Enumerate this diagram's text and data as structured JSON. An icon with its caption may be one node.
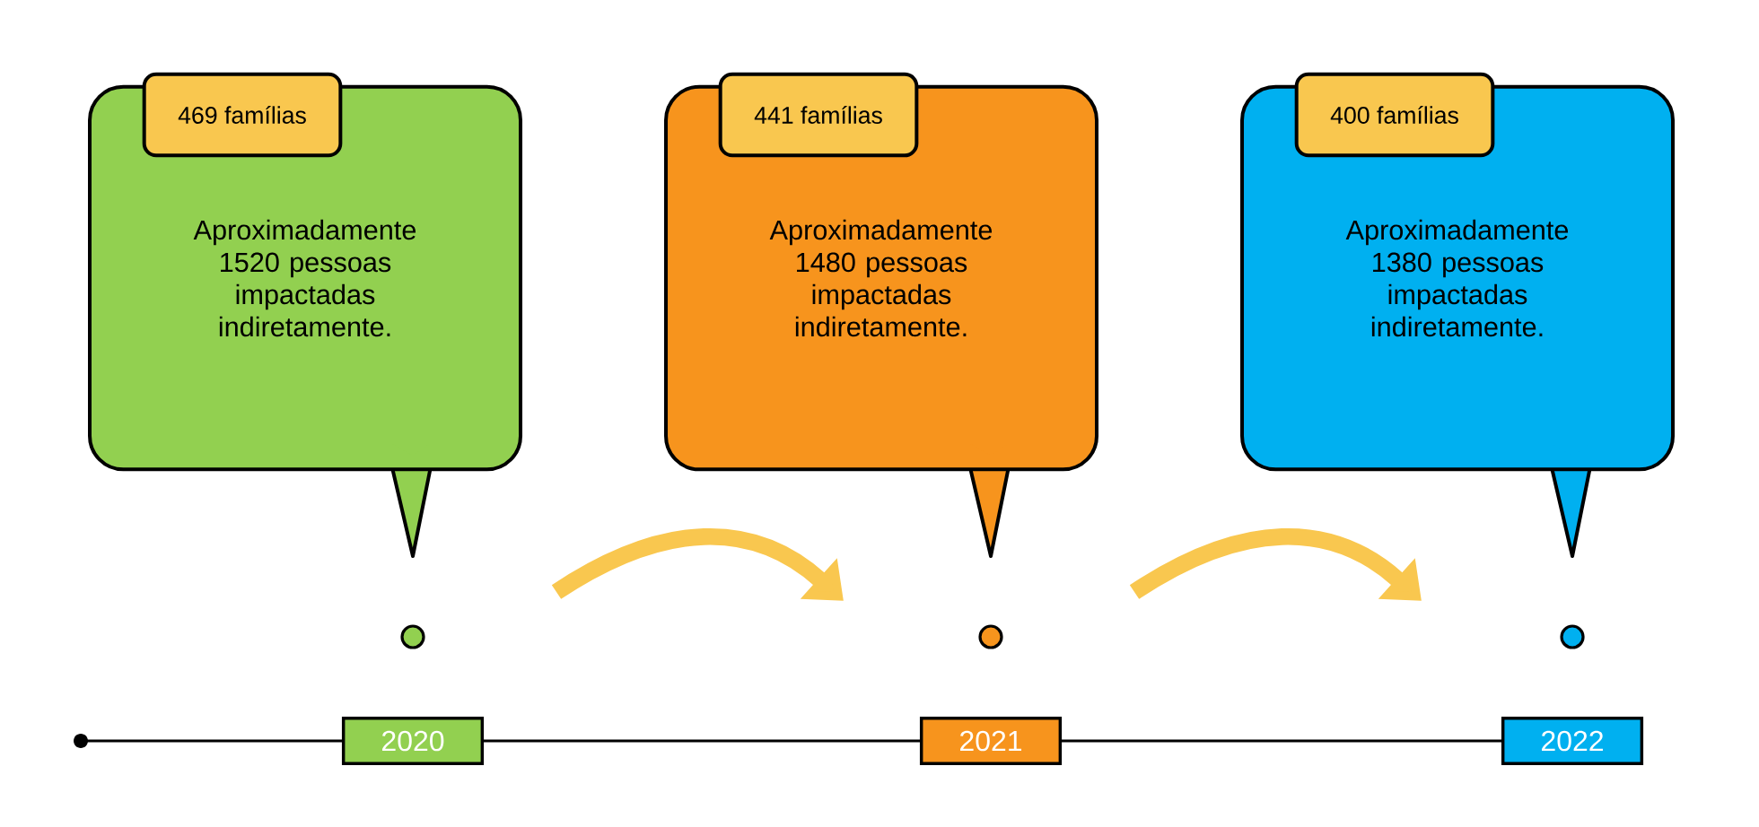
{
  "diagram": {
    "nodes": [
      {
        "text": [
          "Aproximadamente 1520 pessoas impactadas indiretamente."
        ]
      },
      {
        "text": [
          "469 famílias"
        ],
        "in": 0
      },
      {
        "text": [
          "Aproximadamente 1480 pessoas impactadas indiretamente."
        ]
      },
      {
        "text": [
          "441 famílias"
        ],
        "in": 2
      },
      {
        "text": [
          "Aproximadamente 1380 pessoas impactadas indiretamente."
        ]
      },
      {
        "text": [
          "400 famílias"
        ],
        "in": 4
      },
      {
        "text": [
          "2020"
        ]
      },
      {
        "text": [
          "2021"
        ]
      },
      {
        "text": [
          "2022"
        ]
      }
    ]
  }
}
